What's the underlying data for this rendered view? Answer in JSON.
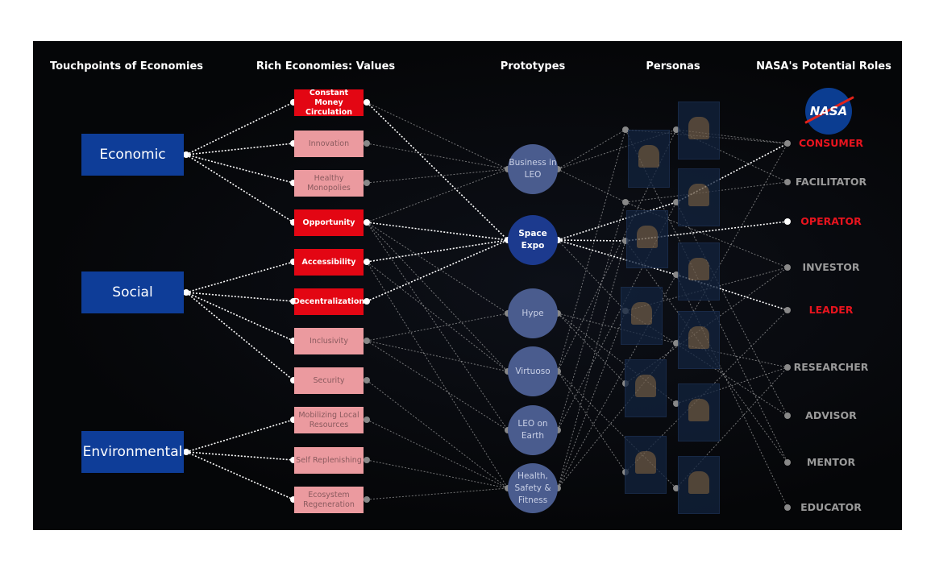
{
  "headers": {
    "touchpoints": "Touchpoints of Economies",
    "values": "Rich Economies: Values",
    "prototypes": "Prototypes",
    "personas": "Personas",
    "roles": "NASA's Potential Roles"
  },
  "logo": "NASA",
  "touchpoints": [
    {
      "label": "Economic"
    },
    {
      "label": "Social"
    },
    {
      "label": "Environmental"
    }
  ],
  "values": [
    {
      "label": "Constant Money Circulation",
      "highlight": true
    },
    {
      "label": "Innovation",
      "highlight": false
    },
    {
      "label": "Healthy Monopolies",
      "highlight": false
    },
    {
      "label": "Opportunity",
      "highlight": true
    },
    {
      "label": "Accessibility",
      "highlight": true
    },
    {
      "label": "Decentralization",
      "highlight": true
    },
    {
      "label": "Inclusivity",
      "highlight": false
    },
    {
      "label": "Security",
      "highlight": false
    },
    {
      "label": "Mobilizing Local Resources",
      "highlight": false
    },
    {
      "label": "Self Replenishing",
      "highlight": false
    },
    {
      "label": "Ecosystem Regeneration",
      "highlight": false
    }
  ],
  "prototypes": [
    {
      "label": "Business in LEO",
      "highlight": false
    },
    {
      "label": "Space Expo",
      "highlight": true
    },
    {
      "label": "Hype",
      "highlight": false
    },
    {
      "label": "Virtuoso",
      "highlight": false
    },
    {
      "label": "LEO on Earth",
      "highlight": false
    },
    {
      "label": "Health, Safety & Fitness",
      "highlight": false
    }
  ],
  "roles": [
    {
      "label": "CONSUMER",
      "highlight": true
    },
    {
      "label": "FACILITATOR",
      "highlight": false
    },
    {
      "label": "OPERATOR",
      "highlight": true
    },
    {
      "label": "INVESTOR",
      "highlight": false
    },
    {
      "label": "LEADER",
      "highlight": true
    },
    {
      "label": "RESEARCHER",
      "highlight": false
    },
    {
      "label": "ADVISOR",
      "highlight": false
    },
    {
      "label": "MENTOR",
      "highlight": false
    },
    {
      "label": "EDUCATOR",
      "highlight": false
    }
  ],
  "links": {
    "touchpoint_value": [
      [
        0,
        0
      ],
      [
        0,
        1
      ],
      [
        0,
        2
      ],
      [
        0,
        3
      ],
      [
        1,
        4
      ],
      [
        1,
        5
      ],
      [
        1,
        6
      ],
      [
        1,
        7
      ],
      [
        2,
        8
      ],
      [
        2,
        9
      ],
      [
        2,
        10
      ]
    ],
    "value_prototype": [
      [
        0,
        0
      ],
      [
        0,
        1
      ],
      [
        1,
        0
      ],
      [
        2,
        0
      ],
      [
        3,
        0
      ],
      [
        3,
        1
      ],
      [
        3,
        2
      ],
      [
        3,
        3
      ],
      [
        3,
        4
      ],
      [
        4,
        1
      ],
      [
        4,
        3
      ],
      [
        4,
        5
      ],
      [
        5,
        1
      ],
      [
        6,
        3
      ],
      [
        6,
        4
      ],
      [
        7,
        5
      ],
      [
        8,
        5
      ],
      [
        9,
        5
      ],
      [
        10,
        5
      ],
      [
        6,
        2
      ]
    ],
    "prototype_role": [
      [
        0,
        0
      ],
      [
        0,
        1
      ],
      [
        0,
        3
      ],
      [
        1,
        0
      ],
      [
        1,
        2
      ],
      [
        1,
        4
      ],
      [
        1,
        6
      ],
      [
        2,
        0
      ],
      [
        2,
        3
      ],
      [
        2,
        5
      ],
      [
        3,
        4
      ],
      [
        3,
        5
      ],
      [
        3,
        7
      ],
      [
        3,
        0
      ],
      [
        4,
        1
      ],
      [
        4,
        6
      ],
      [
        5,
        7
      ],
      [
        5,
        8
      ],
      [
        5,
        3
      ],
      [
        5,
        5
      ]
    ],
    "highlighted_paths": [
      [
        1,
        0
      ],
      [
        1,
        2
      ],
      [
        1,
        4
      ]
    ]
  }
}
